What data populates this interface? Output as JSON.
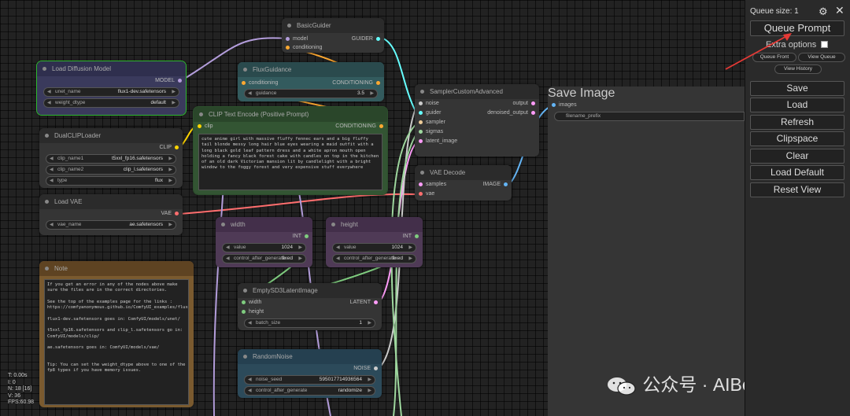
{
  "menu": {
    "queue_size": "Queue size: 1",
    "queue_prompt": "Queue Prompt",
    "extra_options": "Extra options",
    "queue_front": "Queue Front",
    "view_queue": "View Queue",
    "view_history": "View History",
    "save": "Save",
    "load": "Load",
    "refresh": "Refresh",
    "clipspace": "Clipspace",
    "clear": "Clear",
    "load_default": "Load Default",
    "reset_view": "Reset View"
  },
  "nodes": {
    "basic_guider": {
      "title": "BasicGuider",
      "model": "model",
      "conditioning": "conditioning",
      "out": "GUIDER"
    },
    "load_diffusion": {
      "title": "Load Diffusion Model",
      "out": "MODEL",
      "unet_label": "unet_name",
      "unet_value": "flux1-dev.safetensors",
      "dtype_label": "weight_dtype",
      "dtype_value": "default"
    },
    "flux_guidance": {
      "title": "FluxGuidance",
      "in": "conditioning",
      "out": "CONDITIONING",
      "guidance_label": "guidance",
      "guidance_value": "3.5"
    },
    "clip_text": {
      "title": "CLIP Text Encode (Positive Prompt)",
      "in": "clip",
      "out": "CONDITIONING",
      "prompt": "cute anime girl with massive fluffy fennec ears and a big fluffy tail blonde messy long hair blue eyes wearing a maid outfit with a long black gold leaf pattern dress and a white apron mouth open holding a fancy black forest cake with candles on top in the kitchen of an old dark Victorian mansion lit by candlelight with a bright window to the foggy forest and very expensive stuff everywhere"
    },
    "dual_clip": {
      "title": "DualCLIPLoader",
      "out": "CLIP",
      "clip1_label": "clip_name1",
      "clip1_value": "t5xxl_fp16.safetensors",
      "clip2_label": "clip_name2",
      "clip2_value": "clip_l.safetensors",
      "type_label": "type",
      "type_value": "flux"
    },
    "load_vae": {
      "title": "Load VAE",
      "out": "VAE",
      "vae_label": "vae_name",
      "vae_value": "ae.safetensors"
    },
    "sampler": {
      "title": "SamplerCustomAdvanced",
      "noise": "noise",
      "guider": "guider",
      "sampler": "sampler",
      "sigmas": "sigmas",
      "latent": "latent_image",
      "output": "output",
      "denoised": "denoised_output"
    },
    "vae_decode": {
      "title": "VAE Decode",
      "samples": "samples",
      "vae": "vae",
      "out": "IMAGE"
    },
    "save_image": {
      "title": "Save Image",
      "images": "images",
      "prefix": "filename_prefix"
    },
    "width": {
      "title": "width",
      "out": "INT",
      "value_label": "value",
      "value": "1024",
      "control_label": "control_after_generate",
      "control_value": "fixed"
    },
    "height": {
      "title": "height",
      "out": "INT",
      "value_label": "value",
      "value": "1024",
      "control_label": "control_after_generate",
      "control_value": "fixed"
    },
    "empty_latent": {
      "title": "EmptySD3LatentImage",
      "width": "width",
      "height": "height",
      "out": "LATENT",
      "batch_label": "batch_size",
      "batch_value": "1"
    },
    "random_noise": {
      "title": "RandomNoise",
      "out": "NOISE",
      "seed_label": "noise_seed",
      "seed_value": "595017714936564",
      "control_label": "control_after_generate",
      "control_value": "randomize"
    },
    "note": {
      "title": "Note",
      "text": "If you get an error in any of the nodes above make sure the files are in the correct directories.\n\nSee the top of the examples page for the links :\nhttps://comfyanonymous.github.io/ComfyUI_examples/flux/\n\nflux1-dev.safetensors goes in: ComfyUI/models/unet/\n\nt5xxl_fp16.safetensors and clip_l.safetensors go in:\nComfyUI/models/clip/\n\nae.safetensors goes in: ComfyUI/models/vae/\n\n\nTip: You can set the weight_dtype above to one of the fp8 types if you have memory issues."
    }
  },
  "status": {
    "t": "T: 0.00s",
    "i": "I: 0",
    "n": "N: 18 [16]",
    "v": "V: 36",
    "fps": "FPS:60.98"
  },
  "watermark": "公众号 · AIBetas",
  "colors": {
    "model": "#b39ddb",
    "conditioning": "#ffa931",
    "clip": "#ffd500",
    "vae": "#ff6e6e",
    "int": "#7fcc7f",
    "latent": "#ff9cf9",
    "image": "#64b5f6",
    "noise": "#cccccc",
    "guider": "#66ffff"
  }
}
